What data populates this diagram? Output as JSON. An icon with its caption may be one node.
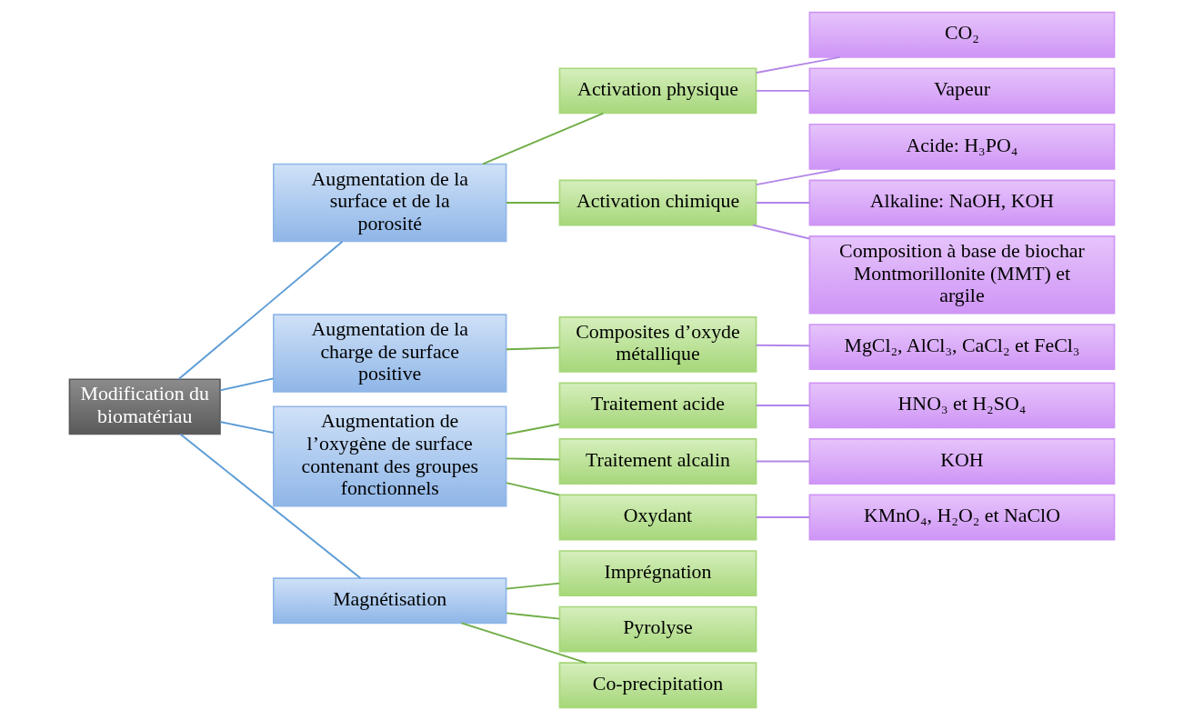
{
  "diagram": {
    "nodes": [
      {
        "text": [
          "Modification du biomatériau"
        ]
      },
      {
        "text": [
          "Augmentation de la surface et de la porosité"
        ]
      },
      {
        "text": [
          "Augmentation de la charge de surface positive"
        ]
      },
      {
        "text": [
          "Augmentation de l’oxygène de surface contenant des groupes fonctionnels"
        ]
      },
      {
        "text": [
          "Magnétisation"
        ]
      },
      {
        "text": [
          "Activation physique"
        ]
      },
      {
        "text": [
          "Activation chimique"
        ]
      },
      {
        "text": [
          "Composites d’oxyde métallique"
        ]
      },
      {
        "text": [
          "Traitement acide"
        ]
      },
      {
        "text": [
          "Traitement alcalin"
        ]
      },
      {
        "text": [
          "Oxydant"
        ]
      },
      {
        "text": [
          "Imprégnation"
        ]
      },
      {
        "text": [
          "Pyrolyse"
        ]
      },
      {
        "text": [
          "Co-precipitation"
        ]
      },
      {
        "text": [
          "CO₂"
        ]
      },
      {
        "text": [
          "Vapeur"
        ]
      },
      {
        "text": [
          "Acide: H₃PO₄"
        ]
      },
      {
        "text": [
          "Alkaline: NaOH, KOH"
        ]
      },
      {
        "text": [
          "Composition à base de biochar Montmorillonite (MMT) et argile"
        ]
      },
      {
        "text": [
          "MgCl₂, AlCl₃, CaCl₂ et FeCl₃"
        ]
      },
      {
        "text": [
          "HNO₃ et H₂SO₄"
        ]
      },
      {
        "text": [
          "KOH"
        ]
      },
      {
        "text": [
          "KMnO₄, H₂O₂ et NaClO"
        ]
      }
    ],
    "edges": [
      {
        "from": 0,
        "to": 1,
        "arrow": "none",
        "color": "#5b9bd5"
      },
      {
        "from": 0,
        "to": 2,
        "arrow": "none",
        "color": "#5b9bd5"
      },
      {
        "from": 0,
        "to": 3,
        "arrow": "none",
        "color": "#5b9bd5"
      },
      {
        "from": 0,
        "to": 4,
        "arrow": "none",
        "color": "#5b9bd5"
      },
      {
        "from": 1,
        "to": 5,
        "arrow": "none",
        "color": "#70ad47"
      },
      {
        "from": 1,
        "to": 6,
        "arrow": "none",
        "color": "#70ad47"
      },
      {
        "from": 2,
        "to": 7,
        "arrow": "none",
        "color": "#70ad47"
      },
      {
        "from": 3,
        "to": 8,
        "arrow": "none",
        "color": "#70ad47"
      },
      {
        "from": 3,
        "to": 9,
        "arrow": "none",
        "color": "#70ad47"
      },
      {
        "from": 3,
        "to": 10,
        "arrow": "none",
        "color": "#70ad47"
      },
      {
        "from": 4,
        "to": 11,
        "arrow": "none",
        "color": "#70ad47"
      },
      {
        "from": 4,
        "to": 12,
        "arrow": "none",
        "color": "#70ad47"
      },
      {
        "from": 4,
        "to": 13,
        "arrow": "none",
        "color": "#70ad47"
      },
      {
        "from": 5,
        "to": 14,
        "arrow": "none",
        "color": "#b386e8"
      },
      {
        "from": 5,
        "to": 15,
        "arrow": "none",
        "color": "#b386e8"
      },
      {
        "from": 6,
        "to": 16,
        "arrow": "none",
        "color": "#b386e8"
      },
      {
        "from": 6,
        "to": 17,
        "arrow": "none",
        "color": "#b386e8"
      },
      {
        "from": 6,
        "to": 18,
        "arrow": "none",
        "color": "#b386e8"
      },
      {
        "from": 7,
        "to": 19,
        "arrow": "none",
        "color": "#b386e8"
      },
      {
        "from": 8,
        "to": 20,
        "arrow": "none",
        "color": "#b386e8"
      },
      {
        "from": 9,
        "to": 21,
        "arrow": "none",
        "color": "#b386e8"
      },
      {
        "from": 10,
        "to": 22,
        "arrow": "none",
        "color": "#b386e8"
      }
    ]
  }
}
